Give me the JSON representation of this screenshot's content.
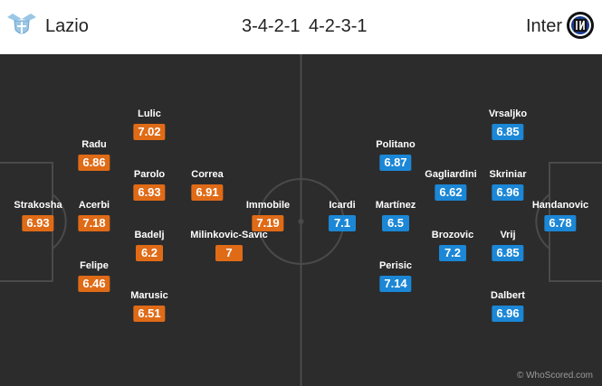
{
  "match": {
    "home": {
      "name": "Lazio",
      "formation": "3-4-2-1",
      "color": "#e06b17"
    },
    "away": {
      "name": "Inter",
      "formation": "4-2-3-1",
      "color": "#1b87d6"
    }
  },
  "home_players": [
    {
      "name": "Strakosha",
      "rating": "6.93"
    },
    {
      "name": "Radu",
      "rating": "6.86"
    },
    {
      "name": "Acerbi",
      "rating": "7.18"
    },
    {
      "name": "Felipe",
      "rating": "6.46"
    },
    {
      "name": "Lulic",
      "rating": "7.02"
    },
    {
      "name": "Parolo",
      "rating": "6.93"
    },
    {
      "name": "Badelj",
      "rating": "6.2"
    },
    {
      "name": "Marusic",
      "rating": "6.51"
    },
    {
      "name": "Correa",
      "rating": "6.91"
    },
    {
      "name": "Milinkovic-Savic",
      "rating": "7"
    },
    {
      "name": "Immobile",
      "rating": "7.19"
    }
  ],
  "away_players": [
    {
      "name": "Handanovic",
      "rating": "6.78"
    },
    {
      "name": "Vrsaljko",
      "rating": "6.85"
    },
    {
      "name": "Skriniar",
      "rating": "6.96"
    },
    {
      "name": "Vrij",
      "rating": "6.85"
    },
    {
      "name": "Dalbert",
      "rating": "6.96"
    },
    {
      "name": "Gagliardini",
      "rating": "6.62"
    },
    {
      "name": "Brozovic",
      "rating": "7.2"
    },
    {
      "name": "Politano",
      "rating": "6.87"
    },
    {
      "name": "Martínez",
      "rating": "6.5"
    },
    {
      "name": "Perisic",
      "rating": "7.14"
    },
    {
      "name": "Icardi",
      "rating": "7.1"
    }
  ],
  "copyright": "© WhoScored.com"
}
